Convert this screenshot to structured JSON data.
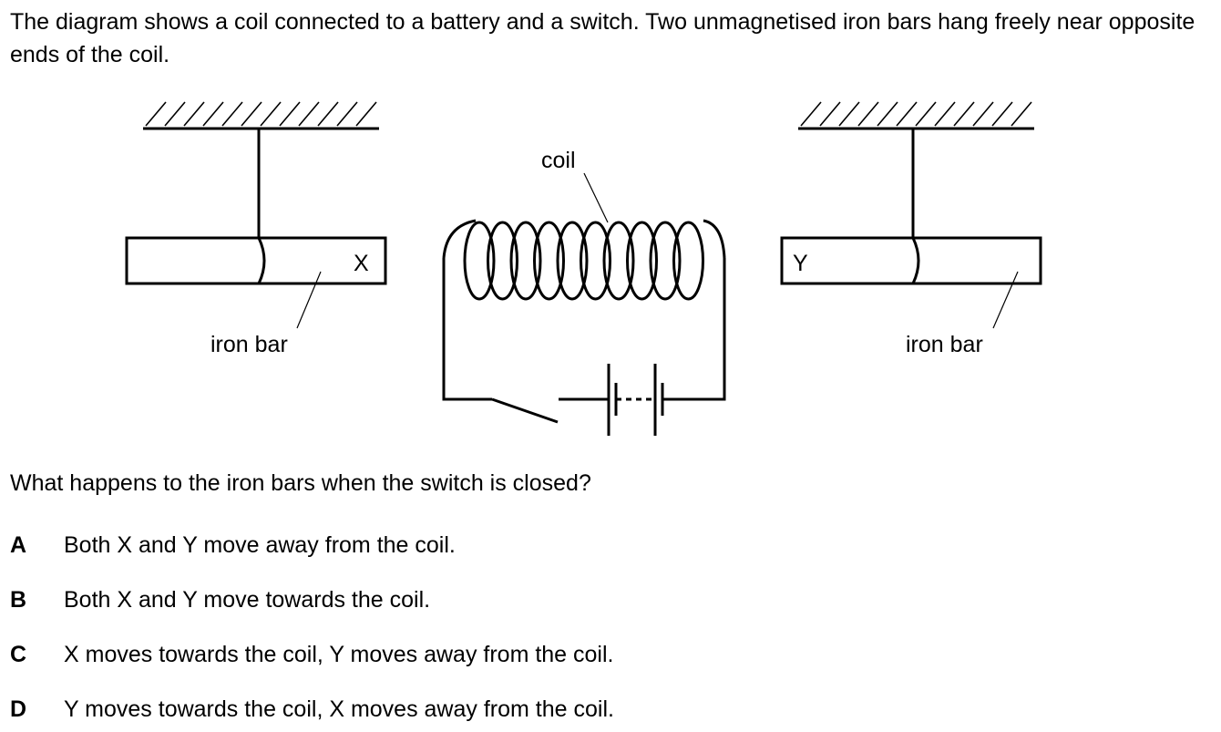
{
  "intro_text": "The diagram shows a coil connected to a battery and a switch. Two unmagnetised iron bars hang freely near opposite ends of the coil.",
  "diagram": {
    "coil_label": "coil",
    "left_bar": {
      "letter": "X",
      "label": "iron bar"
    },
    "right_bar": {
      "letter": "Y",
      "label": "iron bar"
    },
    "coil_turns": 10,
    "components": [
      "support-left",
      "thread-left",
      "iron-bar-x",
      "coil",
      "switch-open",
      "battery-multi-cell",
      "support-right",
      "thread-right",
      "iron-bar-y"
    ]
  },
  "question": "What happens to the iron bars when the switch is closed?",
  "options": [
    {
      "letter": "A",
      "text": "Both X and Y move away from the coil."
    },
    {
      "letter": "B",
      "text": "Both X and Y move towards the coil."
    },
    {
      "letter": "C",
      "text": "X moves towards the coil, Y moves away from the coil."
    },
    {
      "letter": "D",
      "text": "Y moves towards the coil, X moves away from the coil."
    }
  ]
}
